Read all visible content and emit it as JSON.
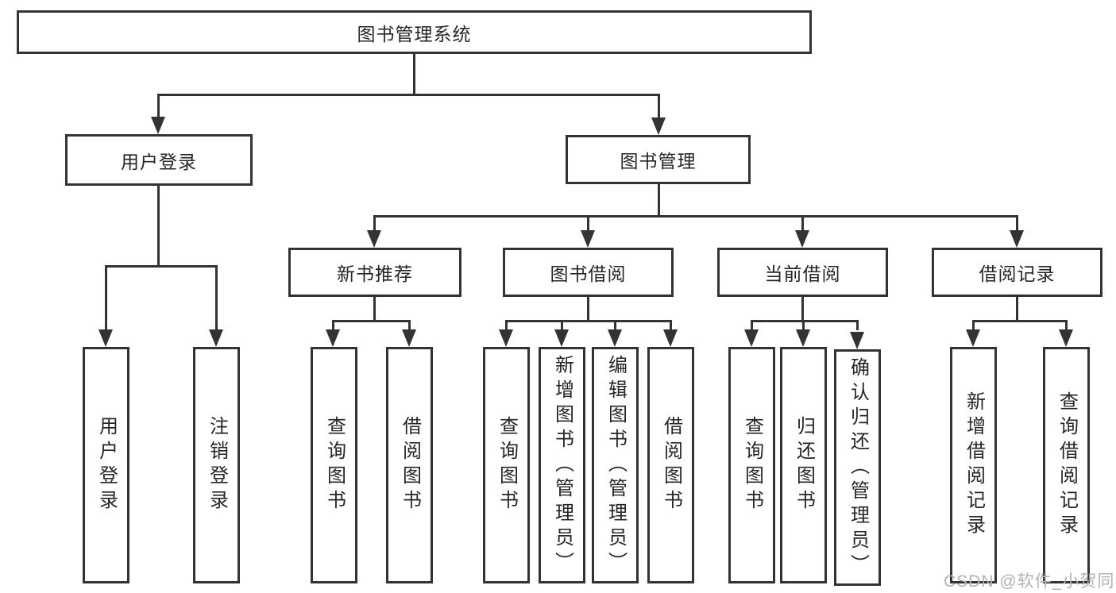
{
  "diagram": {
    "title": "图书管理系统",
    "nodes": {
      "root": "图书管理系统",
      "user_login": "用户登录",
      "book_mgmt": "图书管理",
      "new_book_rec": "新书推荐",
      "book_borrow": "图书借阅",
      "current_borrow": "当前借阅",
      "borrow_record": "借阅记录",
      "leaf_user_login": "用户登录",
      "leaf_logout": "注销登录",
      "leaf_rec_query": "查询图书",
      "leaf_rec_borrow": "借阅图书",
      "leaf_bb_query": "查询图书",
      "leaf_bb_add": "新增图书（管理员）",
      "leaf_bb_edit": "编辑图书（管理员）",
      "leaf_bb_borrow": "借阅图书",
      "leaf_cb_query": "查询图书",
      "leaf_cb_return": "归还图书",
      "leaf_cb_confirm": "确认归还（管理员）",
      "leaf_br_add": "新增借阅记录",
      "leaf_br_query": "查询借阅记录"
    },
    "colors": {
      "line": "#333333",
      "text": "#262626",
      "background": "#ffffff",
      "watermark_gray": "#b3b3b3"
    }
  },
  "watermark": "CSDN @软件_小贺同学"
}
